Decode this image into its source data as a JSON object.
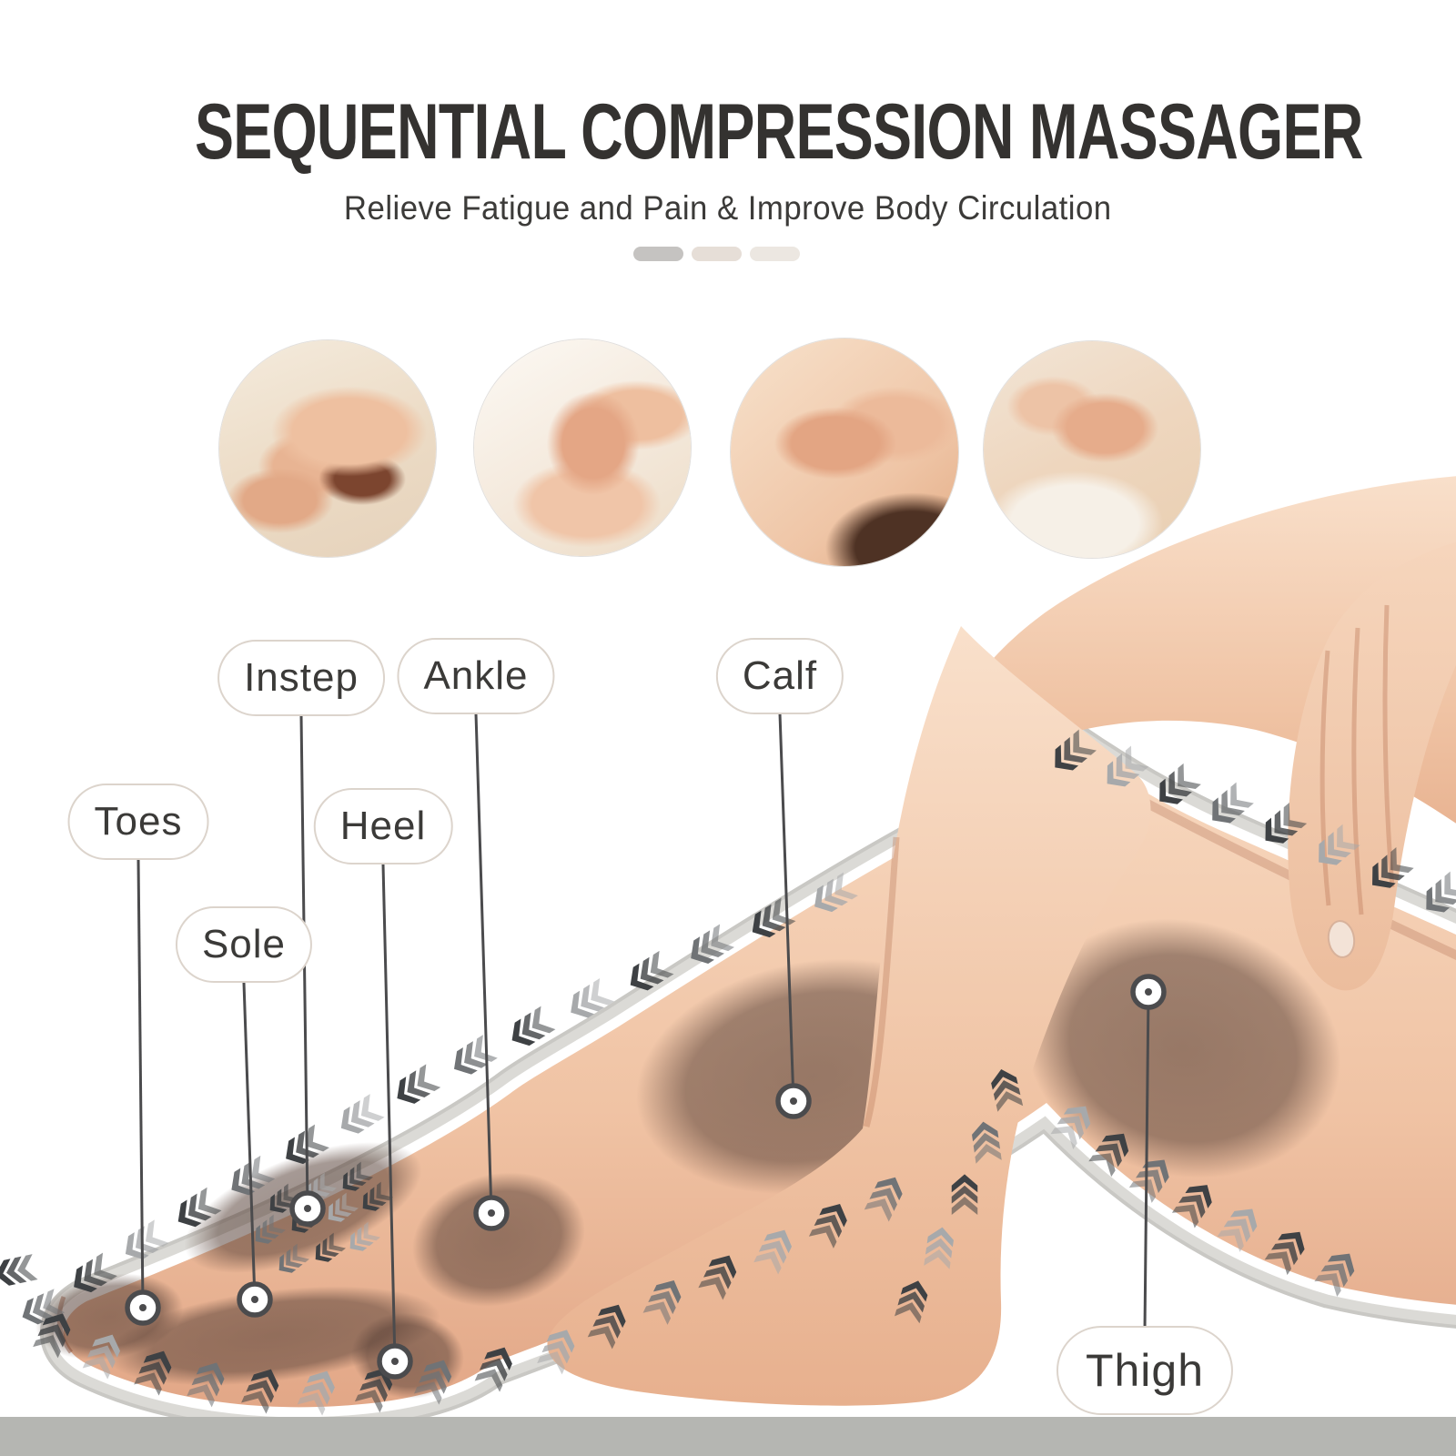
{
  "header": {
    "title": "SEQUENTIAL COMPRESSION MASSAGER",
    "subtitle": "Relieve Fatigue and Pain & Improve Body Circulation"
  },
  "carousel": {
    "dash_count": 3,
    "dashes": [
      {
        "name": "dash-active"
      },
      {
        "name": "dash"
      },
      {
        "name": "dash"
      }
    ]
  },
  "gallery": {
    "photos": [
      {
        "name": "foot-massage-photo"
      },
      {
        "name": "calf-massage-photo"
      },
      {
        "name": "leg-kneading-photo"
      },
      {
        "name": "knee-massage-photo"
      }
    ]
  },
  "callouts": [
    {
      "text": "Instep"
    },
    {
      "text": "Ankle"
    },
    {
      "text": "Calf"
    },
    {
      "text": "Toes"
    },
    {
      "text": "Heel"
    },
    {
      "text": "Sole"
    },
    {
      "text": "Thigh"
    }
  ],
  "icons": {
    "airflow_chevron": "triple-chevron-arrow"
  },
  "colors": {
    "background": "#ffffff",
    "title": "#343230",
    "subtitle": "#3c3b39",
    "dash1": "#c5c3c1",
    "dash2": "#e6ded7",
    "dash3": "#ece7e1",
    "pill_border": "#dcd4cc",
    "pill_text": "#3b3a38",
    "line": "#4b4b4d",
    "chev_dark": "#3e4144",
    "chev_light": "#a7a9ab",
    "chev_mid": "#707376",
    "sleeve": "#dbdad6",
    "sleeve_edge": "#c9c8c4",
    "bottom_strip": "#b5b6b2"
  }
}
